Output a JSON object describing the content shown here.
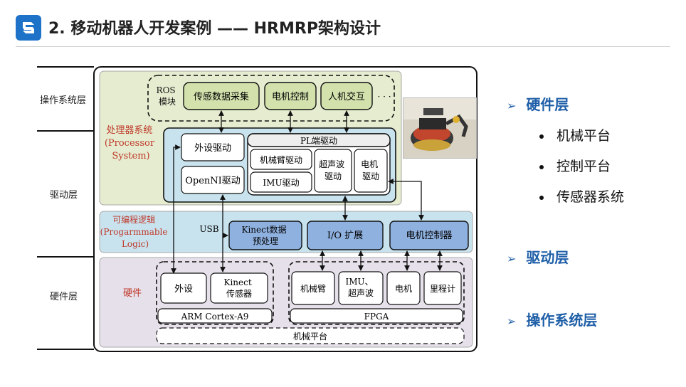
{
  "title": "2. 移动机器人开发案例 —— HRMRP架构设计",
  "layers": {
    "os": "操作系统层",
    "driver": "驱动层",
    "hardware": "硬件层"
  },
  "ps": {
    "label_line1": "处理器系统",
    "label_line2": "(Processor",
    "label_line3": "System)",
    "ros_line1": "ROS",
    "ros_line2": "模块",
    "ros_items": [
      "传感数据采集",
      "电机控制",
      "人机交互"
    ],
    "ros_more": "· · ·",
    "peripheral_driver": "外设驱动",
    "openni_driver": "OpenNI驱动",
    "pl_driver_title": "PL端驱动",
    "arm_driver": "机械臂驱动",
    "imu_driver": "IMU驱动",
    "ultrasonic_driver_line1": "超声波",
    "ultrasonic_driver_line2": "驱动",
    "motor_driver_line1": "电机",
    "motor_driver_line2": "驱动"
  },
  "pl": {
    "label_line1": "可编程逻辑",
    "label_line2": "(Progarmmable",
    "label_line3": "Logic)",
    "usb": "USB",
    "kinect_pre_line1": "Kinect数据",
    "kinect_pre_line2": "预处理",
    "io_ext": "I/O 扩展",
    "motor_ctrl": "电机控制器"
  },
  "hw": {
    "label": "硬件",
    "peripheral": "外设",
    "kinect_line1": "Kinect",
    "kinect_line2": "传感器",
    "arm_cortex": "ARM Cortex-A9",
    "robot_arm": "机械臂",
    "imu_line1": "IMU、",
    "imu_line2": "超声波",
    "motor": "电机",
    "odometer": "里程计",
    "fpga": "FPGA",
    "mech_platform": "机械平台"
  },
  "right_panel": {
    "hardware_head": "硬件层",
    "hardware_items": [
      "机械平台",
      "控制平台",
      "传感器系统"
    ],
    "driver_head": "驱动层",
    "os_head": "操作系统层"
  },
  "colors": {
    "accent": "#1f5fa8",
    "ps_fill": "#e5eccf",
    "pl_fill": "#c8e3ee",
    "hw_fill": "#e6e0ea",
    "ros_item_fill": "#d3e2ad",
    "pl_block_fill": "#8fb1df"
  }
}
